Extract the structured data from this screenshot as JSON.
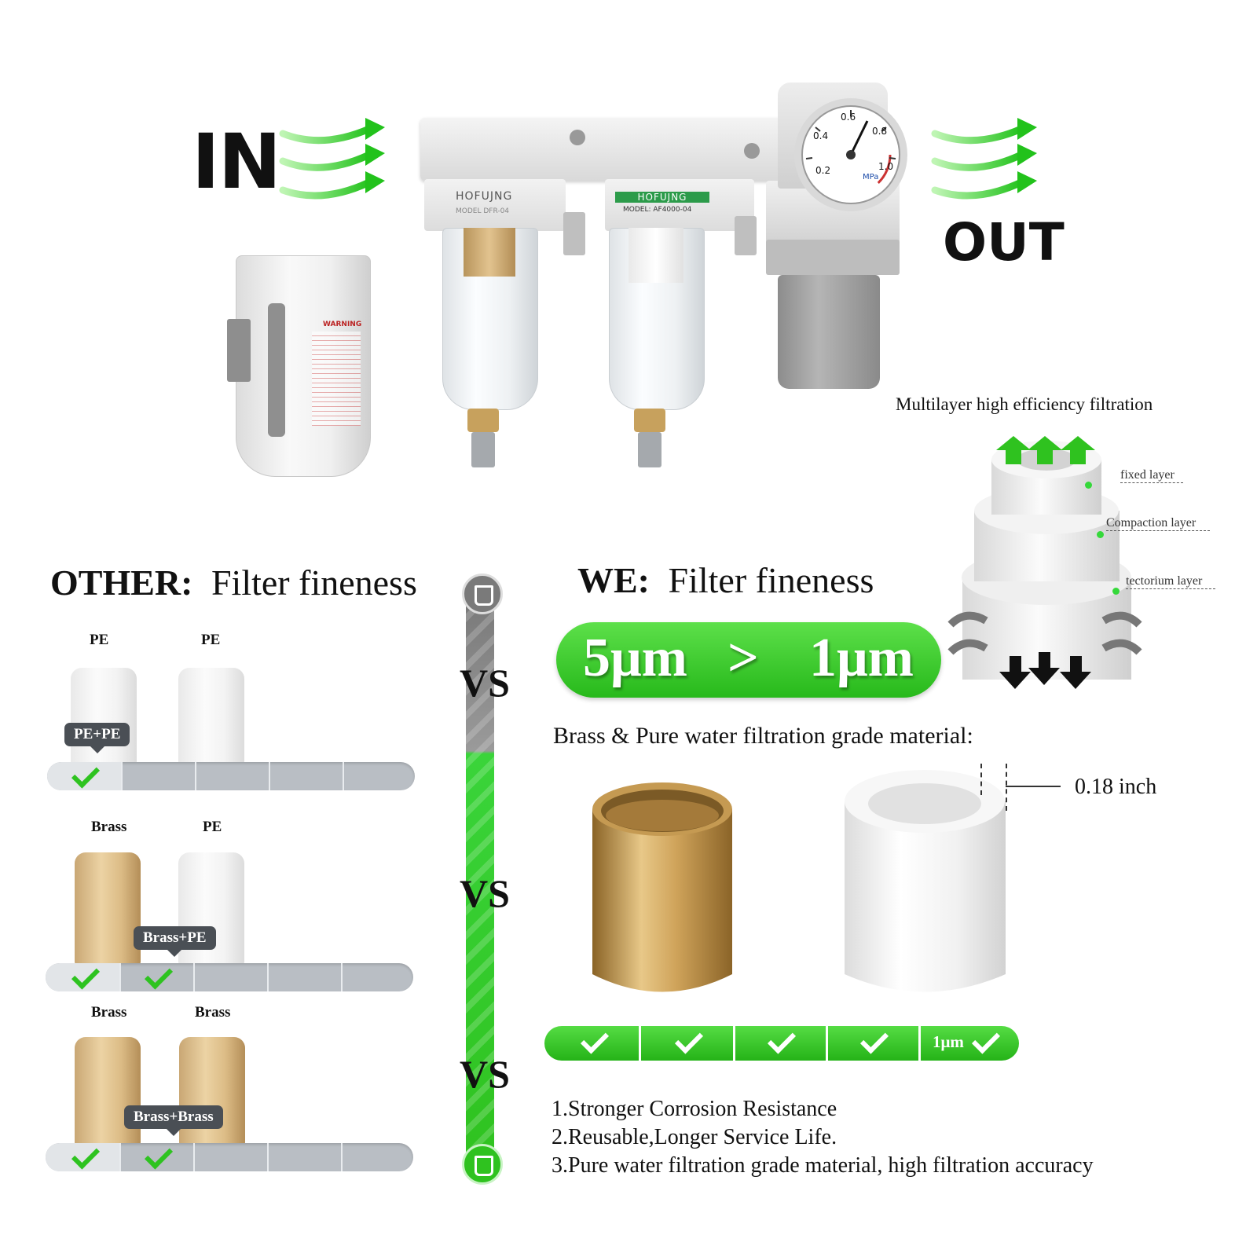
{
  "top": {
    "in_label": "IN",
    "out_label": "OUT",
    "brand_left": "HOFUJNG",
    "brand_mid": "HOFUJNG",
    "model_left": "MODEL DFR-04",
    "model_mid": "MODEL: AF4000-04",
    "bowl_warning_title": "WARNING",
    "gauge_ticks": [
      "0.2",
      "0.4",
      "0.6",
      "0.8",
      "1.0"
    ],
    "gauge_unit": "MPa"
  },
  "multilayer": {
    "title": "Multilayer high efficiency filtration",
    "layers": [
      "fixed layer",
      "Compaction layer",
      "tectorium layer"
    ]
  },
  "other": {
    "heading_bold": "OTHER:",
    "heading_rest": "Filter fineness",
    "rows": [
      {
        "left": "PE",
        "right": "PE",
        "tag": "PE+PE",
        "checks": 1
      },
      {
        "left": "Brass",
        "right": "PE",
        "tag": "Brass+PE",
        "checks": 2
      },
      {
        "left": "Brass",
        "right": "Brass",
        "tag": "Brass+Brass",
        "checks": 2
      }
    ]
  },
  "vs": [
    "VS",
    "VS",
    "VS"
  ],
  "we": {
    "heading_bold": "WE:",
    "heading_rest": "Filter fineness",
    "banner_left": "5μm",
    "banner_sign": ">",
    "banner_right": "1μm",
    "material_title": "Brass & Pure water filtration grade material:",
    "thickness": "0.18 inch",
    "bar_end_label": "1μm",
    "points": [
      "1.Stronger Corrosion Resistance",
      "2.Reusable,Longer Service Life.",
      "3.Pure water filtration grade material, high filtration accuracy"
    ]
  },
  "colors": {
    "accent_green": "#2fc21f",
    "bar_gray": "#b9bec4",
    "tag_gray": "#4a4f55"
  },
  "icons": [
    "green-flow-arrows-icon",
    "filter-cup-icon",
    "checkmark-icon",
    "black-down-arrow-icon",
    "gray-swirl-arrow-icon"
  ]
}
